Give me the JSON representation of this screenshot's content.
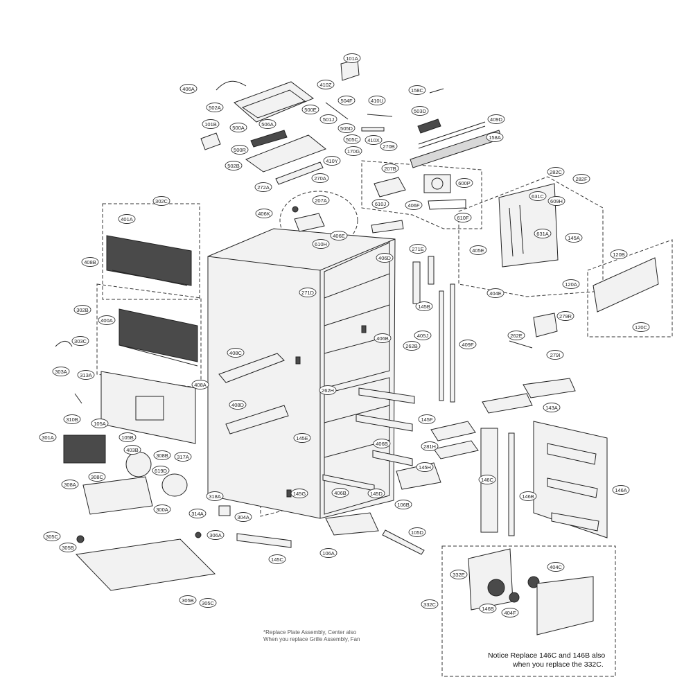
{
  "labels": [
    {
      "text": "101A"
    },
    {
      "text": "406A"
    },
    {
      "text": "502A"
    },
    {
      "text": "410Z"
    },
    {
      "text": "504F"
    },
    {
      "text": "410U"
    },
    {
      "text": "158C"
    },
    {
      "text": "503D"
    },
    {
      "text": "409D"
    },
    {
      "text": "158A"
    },
    {
      "text": "500E"
    },
    {
      "text": "501J"
    },
    {
      "text": "506A"
    },
    {
      "text": "505D"
    },
    {
      "text": "505C"
    },
    {
      "text": "410X"
    },
    {
      "text": "101B"
    },
    {
      "text": "500A"
    },
    {
      "text": "500R"
    },
    {
      "text": "170G"
    },
    {
      "text": "410Y"
    },
    {
      "text": "502B"
    },
    {
      "text": "272A"
    },
    {
      "text": "270B"
    },
    {
      "text": "207B"
    },
    {
      "text": "600P"
    },
    {
      "text": "610J"
    },
    {
      "text": "406F"
    },
    {
      "text": "610F"
    },
    {
      "text": "270A"
    },
    {
      "text": "207A"
    },
    {
      "text": "406K"
    },
    {
      "text": "406E"
    },
    {
      "text": "610H"
    },
    {
      "text": "302C"
    },
    {
      "text": "401A"
    },
    {
      "text": "408B"
    },
    {
      "text": "282C"
    },
    {
      "text": "282F"
    },
    {
      "text": "631C"
    },
    {
      "text": "609H"
    },
    {
      "text": "631A"
    },
    {
      "text": "145A"
    },
    {
      "text": "405E"
    },
    {
      "text": "404E"
    },
    {
      "text": "120A"
    },
    {
      "text": "120B"
    },
    {
      "text": "271E"
    },
    {
      "text": "406D"
    },
    {
      "text": "271D"
    },
    {
      "text": "145B"
    },
    {
      "text": "302B"
    },
    {
      "text": "400A"
    },
    {
      "text": "303C"
    },
    {
      "text": "303A"
    },
    {
      "text": "406B"
    },
    {
      "text": "279R"
    },
    {
      "text": "120C"
    },
    {
      "text": "405J"
    },
    {
      "text": "409F"
    },
    {
      "text": "262E"
    },
    {
      "text": "279I"
    },
    {
      "text": "262B"
    },
    {
      "text": "408C"
    },
    {
      "text": "408A"
    },
    {
      "text": "313A"
    },
    {
      "text": "262H"
    },
    {
      "text": "408D"
    },
    {
      "text": "143A"
    },
    {
      "text": "310B"
    },
    {
      "text": "105A"
    },
    {
      "text": "145F"
    },
    {
      "text": "301A"
    },
    {
      "text": "105B"
    },
    {
      "text": "145E"
    },
    {
      "text": "406B"
    },
    {
      "text": "281H"
    },
    {
      "text": "403B"
    },
    {
      "text": "308B"
    },
    {
      "text": "317A"
    },
    {
      "text": "619D"
    },
    {
      "text": "145H"
    },
    {
      "text": "308C"
    },
    {
      "text": "308A"
    },
    {
      "text": "318A"
    },
    {
      "text": "146C"
    },
    {
      "text": "146A"
    },
    {
      "text": "145G"
    },
    {
      "text": "406B"
    },
    {
      "text": "145D"
    },
    {
      "text": "106B"
    },
    {
      "text": "146B"
    },
    {
      "text": "300A"
    },
    {
      "text": "314A"
    },
    {
      "text": "304A"
    },
    {
      "text": "306A"
    },
    {
      "text": "305C"
    },
    {
      "text": "305B"
    },
    {
      "text": "145C"
    },
    {
      "text": "106A"
    },
    {
      "text": "105D"
    },
    {
      "text": "332E"
    },
    {
      "text": "404C"
    },
    {
      "text": "332C"
    },
    {
      "text": "146B"
    },
    {
      "text": "404F"
    },
    {
      "text": "305B"
    },
    {
      "text": "305C"
    }
  ],
  "notes": {
    "replace_plate_line1": "*Replace Plate Assembly, Center also",
    "replace_plate_line2": "When you replace Grille Assembly, Fan",
    "notice_line1": "Notice   Replace 146C and 146B also",
    "notice_line2": "when you replace the 332C."
  }
}
